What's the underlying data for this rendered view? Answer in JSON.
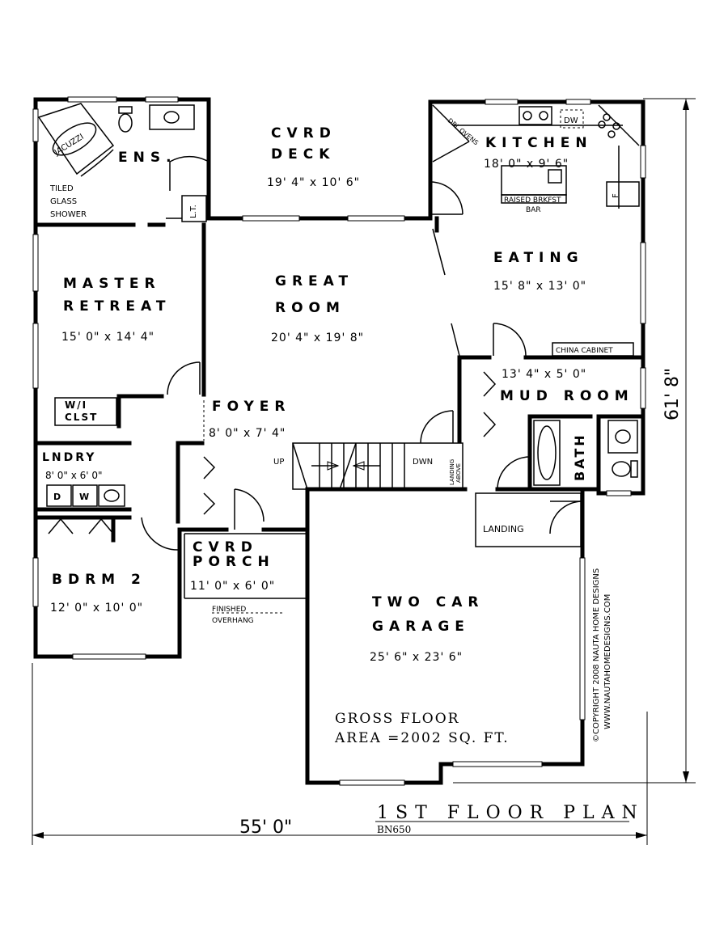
{
  "plan": {
    "title": "1ST FLOOR PLAN",
    "plan_number": "BN650",
    "overall_width": "55' 0\"",
    "overall_depth": "61' 8\"",
    "gross_floor_line1": "GROSS FLOOR",
    "gross_floor_line2": "AREA =2002 SQ. FT.",
    "copyright": "©COPYRIGHT 2008 NAUTA HOME DESIGNS",
    "website": "WWW.NAUTAHOMEDESIGNS.COM"
  },
  "rooms": {
    "cvrd_deck": {
      "name1": "CVRD",
      "name2": "DECK",
      "dims": "19' 4\" x 10' 6\""
    },
    "kitchen": {
      "name": "KITCHEN",
      "dims": "18' 0\" x 9' 6\""
    },
    "ens": {
      "name": "ENS."
    },
    "master": {
      "name1": "MASTER",
      "name2": "RETREAT",
      "dims": "15' 0\" x 14' 4\""
    },
    "great": {
      "name1": "GREAT",
      "name2": "ROOM",
      "dims": "20' 4\" x 19' 8\""
    },
    "eating": {
      "name": "EATING",
      "dims": "15' 8\" x 13' 0\""
    },
    "mud": {
      "name": "MUD ROOM",
      "dims": "13' 4\" x 5' 0\""
    },
    "foyer": {
      "name": "FOYER",
      "dims": "8' 0\" x 7' 4\""
    },
    "lndry": {
      "name": "LNDRY",
      "dims": "8' 0\" x 6' 0\""
    },
    "bdrm2": {
      "name": "BDRM 2",
      "dims": "12' 0\" x 10' 0\""
    },
    "porch": {
      "name1": "CVRD",
      "name2": "PORCH",
      "dims": "11' 0\" x 6' 0\""
    },
    "garage": {
      "name1": "TWO CAR",
      "name2": "GARAGE",
      "dims": "25' 6\" x 23' 6\""
    },
    "bath": {
      "name": "BATH"
    },
    "wic": {
      "name1": "W/I",
      "name2": "CLST"
    }
  },
  "fixtures": {
    "jacuzzi": "JACUZZI",
    "shower1": "TILED",
    "shower2": "GLASS",
    "shower3": "SHOWER",
    "lt": "L.T.",
    "dw": "DW",
    "ovens": "DBL OVENS",
    "bar1": "RAISED BRKFST",
    "bar2": "BAR",
    "fridge": "F",
    "china": "CHINA CABINET",
    "up": "UP",
    "dwn": "DWN",
    "landing_above1": "LANDING",
    "landing_above2": "ABOVE",
    "landing": "LANDING",
    "finished1": "FINISHED",
    "finished2": "OVERHANG",
    "dryer": "D",
    "washer": "W"
  }
}
